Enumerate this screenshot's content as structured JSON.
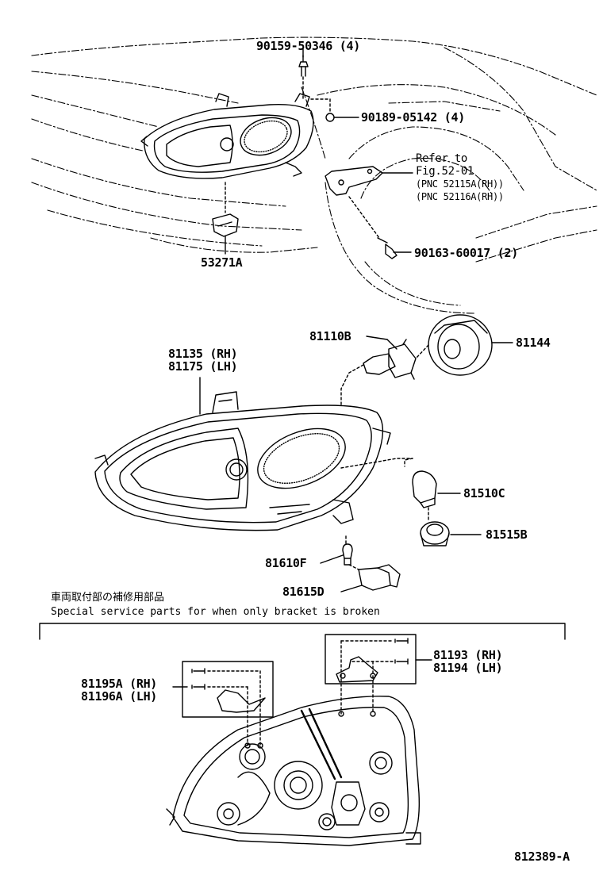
{
  "labels": {
    "p90159": "90159-50346 (4)",
    "p90189": "90189-05142 (4)",
    "refer1": "Refer to",
    "refer2": "Fig.52-01",
    "refer3": "(PNC 52115A(RH))",
    "refer4": "(PNC 52116A(RH))",
    "p90163": "90163-60017 (2)",
    "p53271": "53271A",
    "p81110": "81110B",
    "p81144": "81144",
    "p81135": "81135 (RH)",
    "p81175": "81175 (LH)",
    "p81510": "81510C",
    "p81515": "81515B",
    "p81610": "81610F",
    "p81615": "81615D",
    "p81193": "81193 (RH)",
    "p81194": "81194 (LH)",
    "p81195": "81195A (RH)",
    "p81196": "81196A (LH)",
    "note_jp": "車両取付部の補修用部品",
    "note_en": "Special service parts for when only bracket is broken",
    "diagram_id": "812389-A"
  }
}
